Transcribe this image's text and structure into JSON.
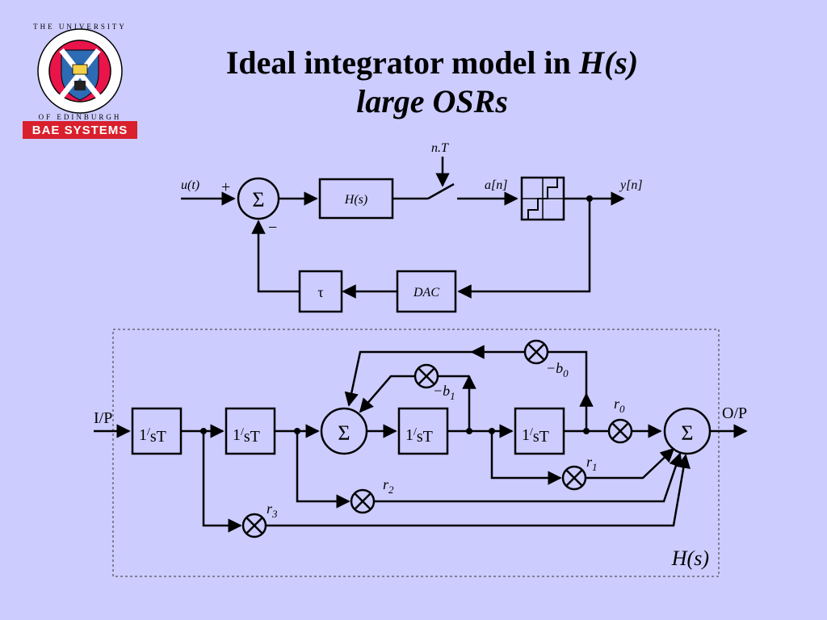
{
  "slide": {
    "title_line1": "Ideal integrator model in ",
    "title_line1_italic": "H(s)",
    "title_line2": "large OSRs"
  },
  "logo": {
    "university_text": "THE UNIVERSITY OF EDINBURGH",
    "brand_text": "BAE SYSTEMS",
    "brand_color": "#d9202c",
    "crest_blue": "#2d6bb4"
  },
  "top_diagram": {
    "input": "u(t)",
    "plus_sign": "+",
    "minus_sign": "−",
    "summer": "Σ",
    "filter": "H(s)",
    "clock": "n.T",
    "sampled": "a[n]",
    "output": "y[n]",
    "dac": "DAC",
    "delay": "τ"
  },
  "bottom_diagram": {
    "input": "I/P",
    "output": "O/P",
    "integrator_num": "1",
    "integrator_den": "sT",
    "summer": "Σ",
    "coef_b0": "−b",
    "coef_b0_sub": "0",
    "coef_b1": "−b",
    "coef_b1_sub": "1",
    "coef_r0": "r",
    "coef_r0_sub": "0",
    "coef_r1": "r",
    "coef_r1_sub": "1",
    "coef_r2": "r",
    "coef_r2_sub": "2",
    "coef_r3": "r",
    "coef_r3_sub": "3",
    "block_label": "H(s)"
  }
}
